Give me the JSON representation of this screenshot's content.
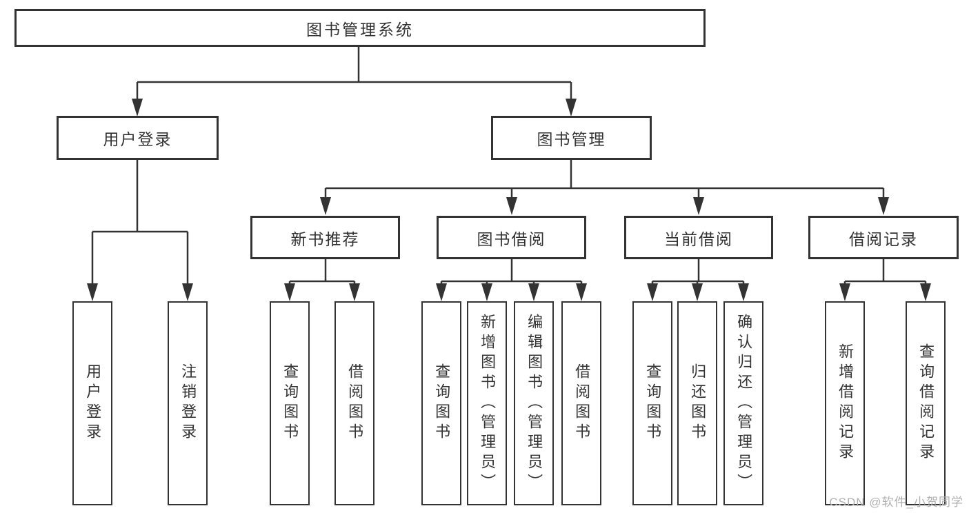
{
  "tree": {
    "root": {
      "label": "图书管理系统",
      "children": [
        {
          "label": "用户登录",
          "children": [
            {
              "label": "用户登录"
            },
            {
              "label": "注销登录"
            }
          ]
        },
        {
          "label": "图书管理",
          "children": [
            {
              "label": "新书推荐",
              "children": [
                {
                  "label": "查询图书"
                },
                {
                  "label": "借阅图书"
                }
              ]
            },
            {
              "label": "图书借阅",
              "children": [
                {
                  "label": "查询图书"
                },
                {
                  "label": "新增图书（管理员）"
                },
                {
                  "label": "编辑图书（管理员）"
                },
                {
                  "label": "借阅图书"
                }
              ]
            },
            {
              "label": "当前借阅",
              "children": [
                {
                  "label": "查询图书"
                },
                {
                  "label": "归还图书"
                },
                {
                  "label": "确认归还（管理员）"
                }
              ]
            },
            {
              "label": "借阅记录",
              "children": [
                {
                  "label": "新增借阅记录"
                },
                {
                  "label": "查询借阅记录"
                }
              ]
            }
          ]
        }
      ]
    }
  },
  "watermark": {
    "text": "CSDN @软件_小贺同学"
  },
  "colors": {
    "line": "#333333",
    "box_border": "#333333",
    "text": "#333333",
    "background": "#ffffff",
    "watermark": "#b0b0b0"
  }
}
